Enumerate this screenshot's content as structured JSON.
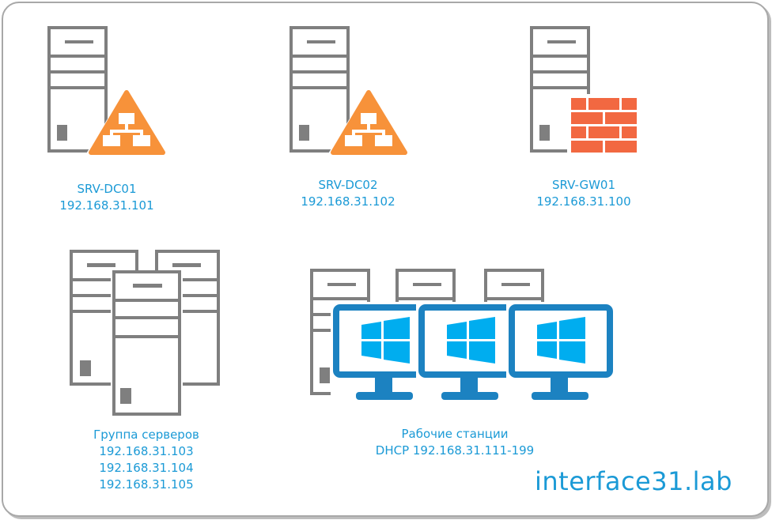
{
  "colors": {
    "frame": "#a8a8a8",
    "server_gray": "#7f7f7f",
    "ad_orange": "#f7923a",
    "firewall_red": "#f26841",
    "monitor_blue": "#1c82c1",
    "windows_blue": "#00adef",
    "text_blue": "#1b9ad6"
  },
  "nodes": [
    {
      "name": "SRV-DC01",
      "ip": "192.168.31.101",
      "icon": "server-active-directory-icon"
    },
    {
      "name": "SRV-DC02",
      "ip": "192.168.31.102",
      "icon": "server-active-directory-icon"
    },
    {
      "name": "SRV-GW01",
      "ip": "192.168.31.100",
      "icon": "server-firewall-icon"
    }
  ],
  "server_group": {
    "title": "Группа серверов",
    "ips": [
      "192.168.31.103",
      "192.168.31.104",
      "192.168.31.105"
    ],
    "icon": "server-group-icon"
  },
  "workstations": {
    "title": "Рабочие станции",
    "range": "DHCP 192.168.31.111-199",
    "icon": "windows-workstation-icon"
  },
  "brand": "interface31.lab"
}
